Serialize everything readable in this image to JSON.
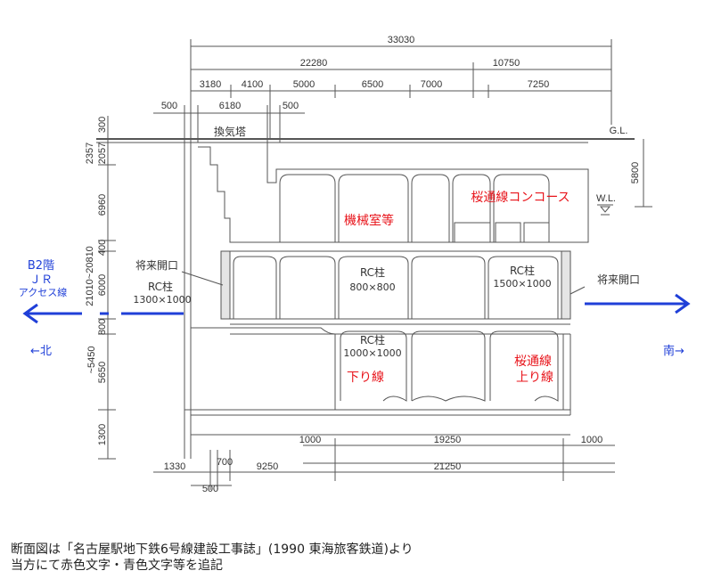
{
  "diagram": {
    "top_dims": {
      "total": "33030",
      "left": "22280",
      "right": "10750"
    },
    "row3_dims": [
      "3180",
      "4100",
      "5000",
      "6500",
      "7000",
      "7250"
    ],
    "row4_dims": [
      "500",
      "6180",
      "500"
    ],
    "vent_label": "換気塔",
    "gl_label": "G.L.",
    "wl_label": "W.L.",
    "right_dim": "5800",
    "left_dims": {
      "d300": "300",
      "d2357": "2357",
      "d2057": "2057",
      "d6960": "6960",
      "d400": "400",
      "d21010": "21010~20810",
      "d6000": "6000",
      "d800": "800",
      "d5450": "~5450",
      "d5650": "5650",
      "d1300": "1300"
    },
    "future_opening_left": "将来開口",
    "future_opening_right": "将来開口",
    "rc_left": {
      "name": "RC柱",
      "size": "1300×1000"
    },
    "rc_mid": {
      "name": "RC柱",
      "size": "800×800"
    },
    "rc_right": {
      "name": "RC柱",
      "size": "1500×1000"
    },
    "rc_lower": {
      "name": "RC柱",
      "size": "1000×1000"
    },
    "bottom_dims": {
      "a": "1000",
      "b": "19250",
      "c": "1000",
      "d": "1330",
      "e": "700",
      "f": "9250",
      "g": "21250",
      "h": "500"
    }
  },
  "annotations_red": {
    "machine_room": "機械室等",
    "concourse": "桜通線コンコース",
    "down_line": "下り線",
    "sakura_line": "桜通線",
    "up_line": "上り線"
  },
  "annotations_blue": {
    "floor": "B2階",
    "jr": "ＪＲ",
    "access": "アクセス線",
    "north": "←北",
    "south": "南→"
  },
  "colors": {
    "red": "#e8141b",
    "blue": "#1f3fd8",
    "line": "#555555"
  },
  "caption": {
    "line1": "断面図は「名古屋駅地下鉄6号線建設工事誌」(1990 東海旅客鉄道)より",
    "line2": "当方にて赤色文字・青色文字等を追記"
  }
}
